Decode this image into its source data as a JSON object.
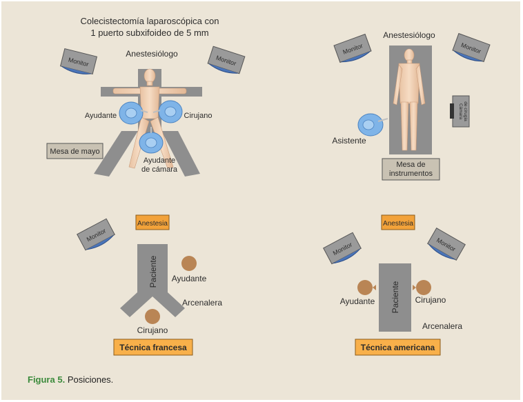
{
  "title_line1": "Colecistectomía laparoscópica con",
  "title_line2": "1 puerto subxifoideo de 5 mm",
  "caption": {
    "figure": "Figura 5.",
    "text": "Posiciones."
  },
  "colors": {
    "background": "#ece5d7",
    "table": "#8e8e8e",
    "monitor_body": "#9a9a9a",
    "monitor_screen": "#4a74b8",
    "label_box": "#c9c2b3",
    "anesthesia_box": "#f2a23a",
    "technique_box": "#f8b04a",
    "person_dot": "#b98555",
    "skin": "#f0d2b6",
    "assistant_blue": "#7fb4e8"
  },
  "p1": {
    "monitor_left": "Monitor",
    "monitor_right": "Monitor",
    "anesthesiologist": "Anestesiólogo",
    "assistant": "Ayudante",
    "surgeon": "Cirujano",
    "camera_line1": "Ayudante",
    "camera_line2": "de cámara",
    "mayo_table": "Mesa de mayo"
  },
  "p2": {
    "anesthesiologist": "Anestesiólogo",
    "monitor_left": "Monitor",
    "monitor_right": "Monitor",
    "assistant": "Asistente",
    "camera_line1": "Cámara",
    "camera_line2": "de cirugía",
    "instruments_line1": "Mesa de",
    "instruments_line2": "instrumentos"
  },
  "p3": {
    "monitor": "Monitor",
    "anesthesia": "Anestesia",
    "patient": "Paciente",
    "assistant": "Ayudante",
    "scrub_nurse": "Arcenalera",
    "surgeon": "Cirujano",
    "technique": "Técnica francesa"
  },
  "p4": {
    "anesthesia": "Anestesia",
    "monitor_left": "Monitor",
    "monitor_right": "Monitor",
    "patient": "Paciente",
    "assistant": "Ayudante",
    "surgeon": "Cirujano",
    "scrub_nurse": "Arcenalera",
    "technique": "Técnica americana"
  }
}
